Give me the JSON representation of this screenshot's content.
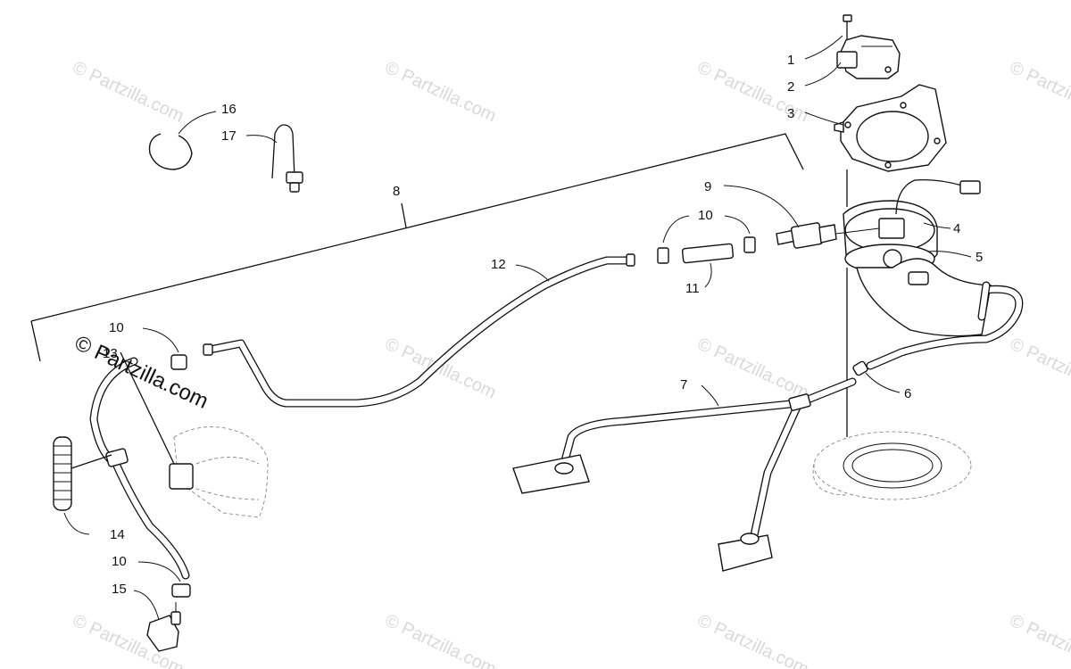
{
  "watermark": {
    "text": "© Partzilla.com",
    "prominent_text": "© Partzilla.com"
  },
  "callouts": {
    "c1": "1",
    "c2": "2",
    "c3": "3",
    "c4": "4",
    "c5": "5",
    "c6": "6",
    "c7": "7",
    "c8": "8",
    "c9": "9",
    "c10a": "10",
    "c10b": "10",
    "c10c": "10",
    "c11": "11",
    "c12": "12",
    "c13": "13",
    "c14": "14",
    "c15": "15",
    "c16": "16",
    "c17": "17"
  }
}
